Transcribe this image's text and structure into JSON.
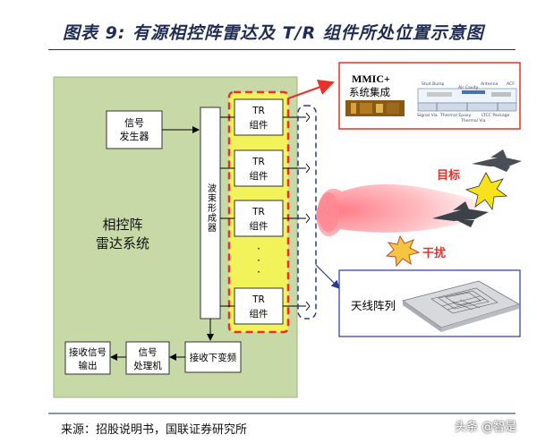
{
  "title": "图表 9: 有源相控阵雷达及 T/R 组件所处位置示意图",
  "colors": {
    "title": "#1f2d55",
    "panel": "#c7d9a6",
    "accent_red": "#e8312a",
    "dashed_blue": "#2b3a8f"
  },
  "radar": {
    "system_label_1": "相控阵",
    "system_label_2": "雷达系统",
    "signal_gen_1": "信号",
    "signal_gen_2": "发生器",
    "beamformer": "波束形成器",
    "receiver_upconv": "接收下变频",
    "processor_1": "信号",
    "processor_2": "处理机",
    "output_1": "接收信号",
    "output_2": "输出",
    "tr_line1": "TR",
    "tr_line2": "组件",
    "ellipsis": "·"
  },
  "callouts": {
    "mmic_1": "MMIC+",
    "mmic_2": "系统集成",
    "antenna": "天线阵列",
    "target": "目标",
    "jamming": "干扰"
  },
  "pkg_labels": [
    "Stud Bump",
    "Air Cavity",
    "Antenna",
    "ACF",
    "Thermal Epoxy",
    "LTCC Package",
    "Signal Via",
    "Thermal Via"
  ],
  "source": "来源：招股说明书，国联证券研究所",
  "watermark": "头条 @智是"
}
